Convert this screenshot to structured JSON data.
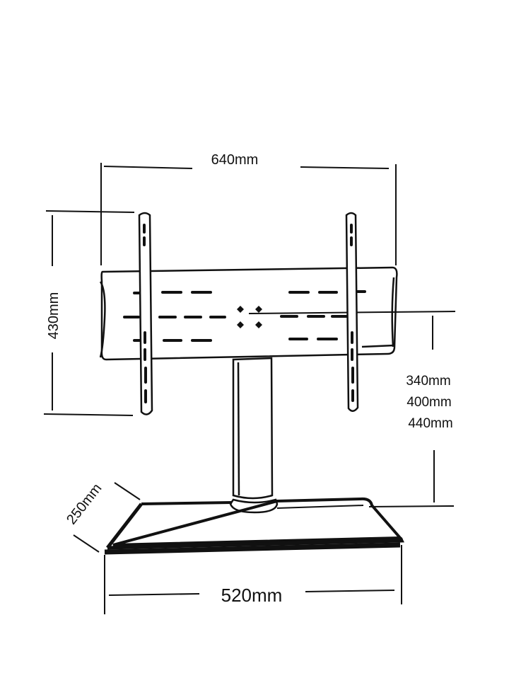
{
  "dimensions": {
    "top_width": "640mm",
    "left_height": "430mm",
    "height_options": [
      "340mm",
      "400mm",
      "440mm"
    ],
    "base_depth": "250mm",
    "base_width": "520mm"
  },
  "colors": {
    "line": "#111111",
    "background": "#ffffff"
  }
}
